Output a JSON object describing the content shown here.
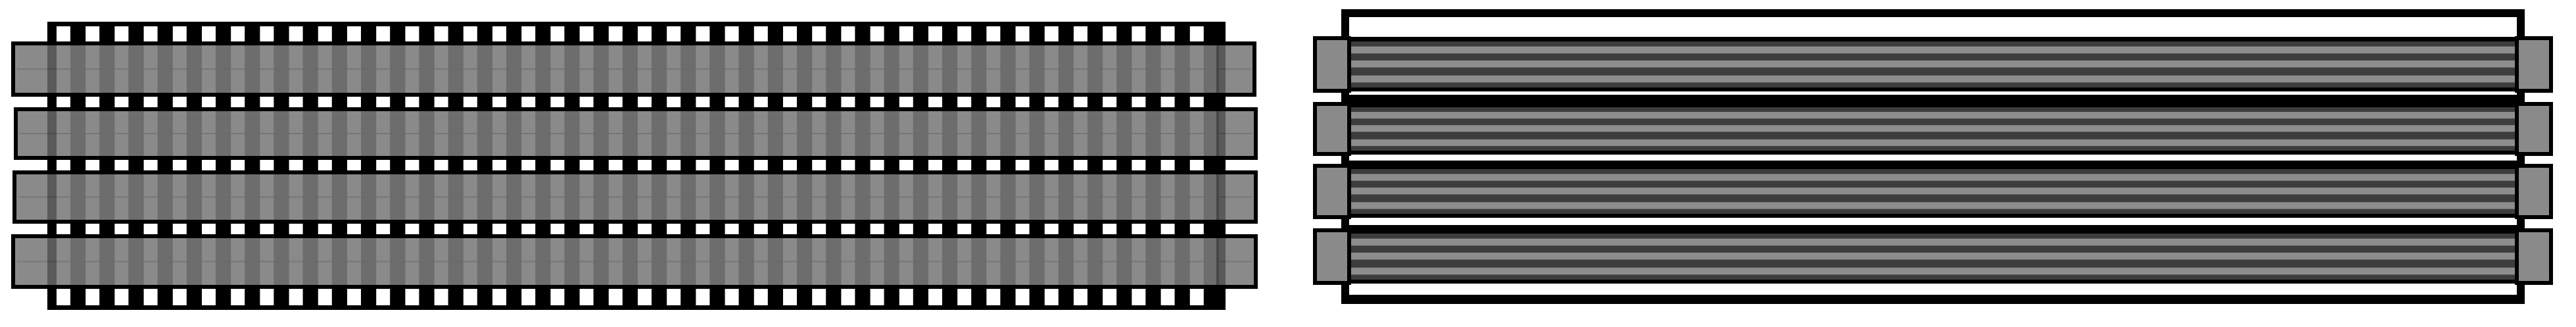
{
  "colors": {
    "background": "#ffffff",
    "outline": "#000000",
    "bar_gray": "#8a8a8a",
    "dark_band": "#3d3d3d",
    "light_stripe": "#8d8d8d",
    "slot": "#ffffff",
    "comb_column": "#555555"
  },
  "icons": {
    "left_figure": "perforated-strip-assembly-icon",
    "right_figure": "striped-bar-assembly-icon"
  },
  "left_figure": {
    "bar_count": 4,
    "slot_columns": 40
  },
  "right_figure": {
    "bar_count": 4
  }
}
